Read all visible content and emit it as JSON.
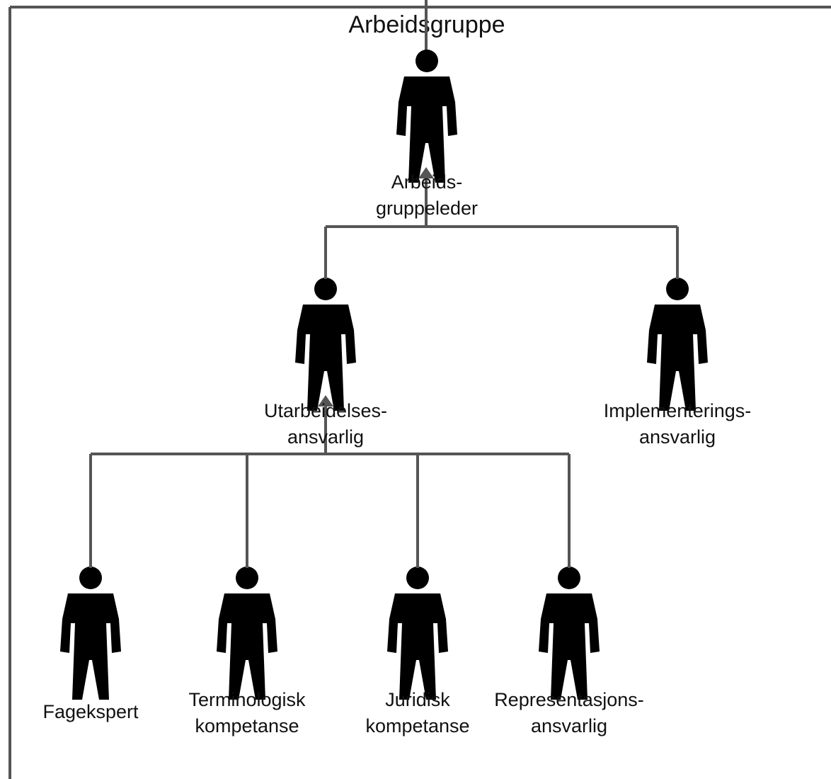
{
  "diagram": {
    "title": "Arbeidsgruppe",
    "roles": {
      "leader": {
        "line1": "Arbeids-",
        "line2": "gruppeleder"
      },
      "preparation": {
        "line1": "Utarbeidelses-",
        "line2": "ansvarlig"
      },
      "implementation": {
        "line1": "Implementerings-",
        "line2": "ansvarlig"
      },
      "subject_expert": {
        "line1": "Fagekspert"
      },
      "terminology": {
        "line1": "Terminologisk",
        "line2": "kompetanse"
      },
      "legal": {
        "line1": "Juridisk",
        "line2": "kompetanse"
      },
      "representation": {
        "line1": "Representasjons-",
        "line2": "ansvarlig"
      }
    }
  },
  "colors": {
    "lines": "#555555",
    "actor_outline": "#333333",
    "text": "#111111",
    "background": "#ffffff"
  },
  "icons": {
    "actor": "person-outline-icon",
    "arrow": "arrowhead-up-icon"
  }
}
